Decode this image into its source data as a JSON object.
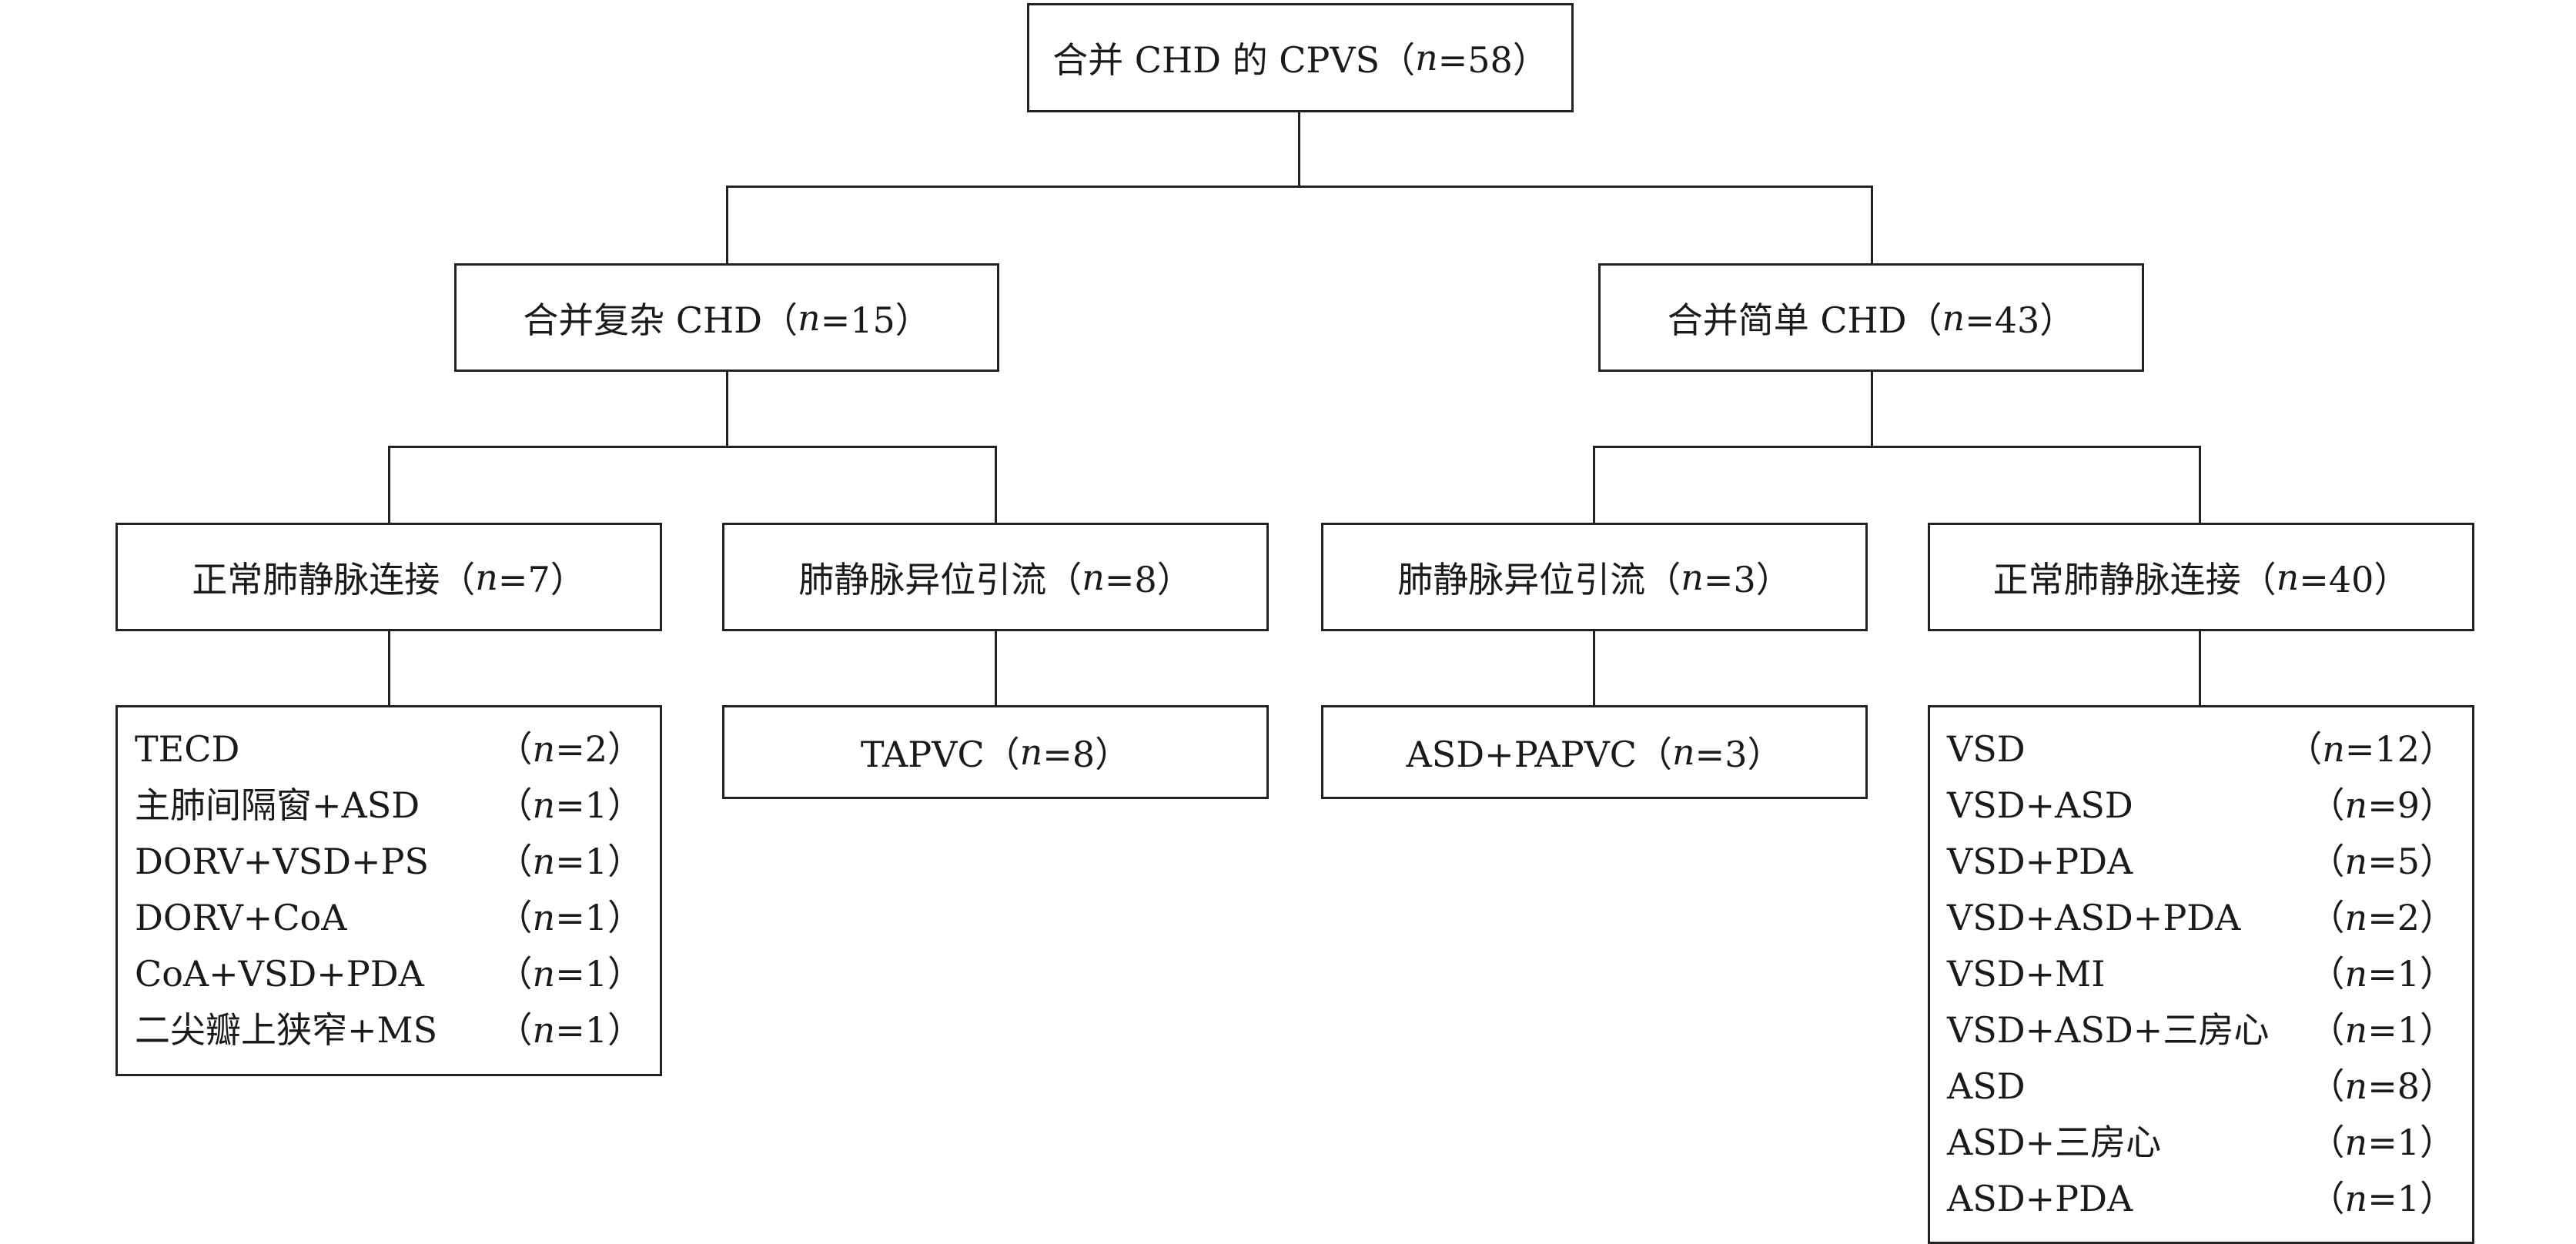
{
  "root": {
    "label": "合并 CHD 的 CPVS（",
    "n": "n",
    "eq": "=58）"
  },
  "branches": {
    "complex": {
      "label": "合并复杂 CHD（",
      "n": "n",
      "eq": "=15）"
    },
    "simple": {
      "label": "合并简单 CHD（",
      "n": "n",
      "eq": "=43）"
    }
  },
  "groups": {
    "complex_normal": {
      "label": "正常肺静脉连接（",
      "n": "n",
      "eq": "=7）"
    },
    "complex_anomalous": {
      "label": "肺静脉异位引流（",
      "n": "n",
      "eq": "=8）"
    },
    "simple_anomalous": {
      "label": "肺静脉异位引流（",
      "n": "n",
      "eq": "=3）"
    },
    "simple_normal": {
      "label": "正常肺静脉连接（",
      "n": "n",
      "eq": "=40）"
    }
  },
  "leaves": {
    "complex_anomalous": {
      "label": "TAPVC（",
      "n": "n",
      "eq": "=8）"
    },
    "simple_anomalous": {
      "label": "ASD+PAPVC（",
      "n": "n",
      "eq": "=3）"
    }
  },
  "complex_normal_list": [
    {
      "label": "TECD",
      "open": "（",
      "n": "n",
      "eq": "=2）"
    },
    {
      "label": "主肺间隔窗+ASD",
      "open": "（",
      "n": "n",
      "eq": "=1）"
    },
    {
      "label": "DORV+VSD+PS",
      "open": "（",
      "n": "n",
      "eq": "=1）"
    },
    {
      "label": "DORV+CoA",
      "open": "（",
      "n": "n",
      "eq": "=1）"
    },
    {
      "label": "CoA+VSD+PDA",
      "open": "（",
      "n": "n",
      "eq": "=1）"
    },
    {
      "label": "二尖瓣上狭窄+MS",
      "open": "（",
      "n": "n",
      "eq": "=1）"
    }
  ],
  "simple_normal_list": [
    {
      "label": "VSD",
      "open": "（",
      "n": "n",
      "eq": "=12）"
    },
    {
      "label": "VSD+ASD",
      "open": "（",
      "n": "n",
      "eq": "=9）"
    },
    {
      "label": "VSD+PDA",
      "open": "（",
      "n": "n",
      "eq": "=5）"
    },
    {
      "label": "VSD+ASD+PDA",
      "open": "（",
      "n": "n",
      "eq": "=2）"
    },
    {
      "label": "VSD+MI",
      "open": "（",
      "n": "n",
      "eq": "=1）"
    },
    {
      "label": "VSD+ASD+三房心",
      "open": "（",
      "n": "n",
      "eq": "=1）"
    },
    {
      "label": "ASD",
      "open": "（",
      "n": "n",
      "eq": "=8）"
    },
    {
      "label": "ASD+三房心",
      "open": "（",
      "n": "n",
      "eq": "=1）"
    },
    {
      "label": "ASD+PDA",
      "open": "（",
      "n": "n",
      "eq": "=1）"
    }
  ]
}
